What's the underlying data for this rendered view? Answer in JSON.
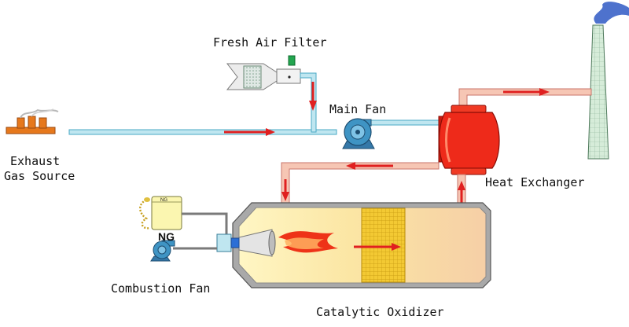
{
  "labels": {
    "fresh_air_filter": "Fresh Air Filter",
    "main_fan": "Main Fan",
    "exhaust_gas_source_1": "Exhaust",
    "exhaust_gas_source_2": "Gas Source",
    "heat_exchanger": "Heat Exchanger",
    "ng": "NG",
    "ng_tank": "NG",
    "combustion_fan": "Combustion Fan",
    "catalytic_oxidizer": "Catalytic Oxidizer"
  },
  "colors": {
    "cold_pipe": "#bfe6f0",
    "cold_pipe_edge": "#4aa8c4",
    "hot_pipe": "#f6c6b4",
    "hot_pipe_edge": "#c9746a",
    "flow_arrow": "#e02020",
    "heat_exchanger": "#ee2a1a",
    "oxidizer_body": "#f6d8a8",
    "catalyst_bed": "#f2c830",
    "fan": "#3f94c4",
    "stack": "#cfe6d4",
    "smoke": "#3b63c8"
  }
}
